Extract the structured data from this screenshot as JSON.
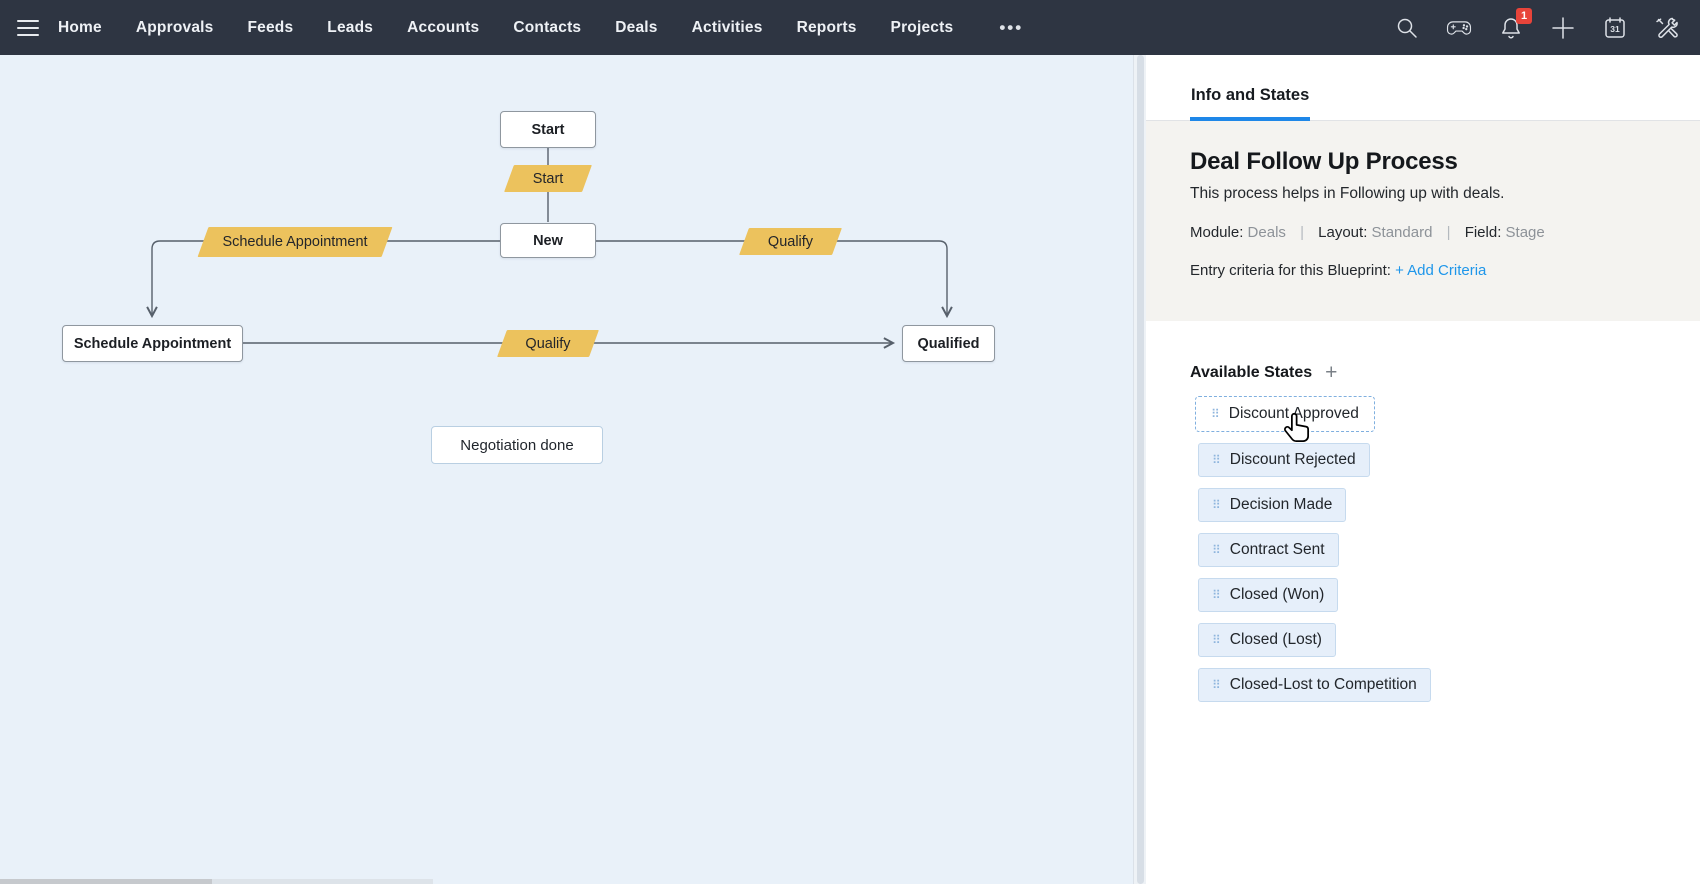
{
  "nav": {
    "items": [
      "Home",
      "Approvals",
      "Feeds",
      "Leads",
      "Accounts",
      "Contacts",
      "Deals",
      "Activities",
      "Reports",
      "Projects"
    ],
    "overflow_glyph": "•••",
    "notification_badge": "1",
    "calendar_day": "31"
  },
  "colors": {
    "navbar_bg": "#2e3542",
    "canvas_bg": "#e9f1f9",
    "transition_fill": "#ecc25d",
    "tab_accent": "#1e87e8",
    "link_blue": "#1e96ea",
    "badge_red": "#e8443a",
    "chip_bg": "#e6effa",
    "chip_border": "#c6daee"
  },
  "flowchart": {
    "nodes": {
      "start": "Start",
      "new": "New",
      "schedule_appointment": "Schedule Appointment",
      "qualified": "Qualified",
      "negotiation_done": "Negotiation done"
    },
    "transitions": {
      "start": "Start",
      "schedule_appointment": "Schedule Appointment",
      "qualify_top": "Qualify",
      "qualify_mid": "Qualify"
    }
  },
  "panel": {
    "tab": "Info and States",
    "title": "Deal Follow Up Process",
    "description": "This process helps in Following up with deals.",
    "meta": {
      "module_label": "Module:",
      "module_value": "Deals",
      "layout_label": "Layout:",
      "layout_value": "Standard",
      "field_label": "Field:",
      "field_value": "Stage",
      "separator": "|"
    },
    "entry_label": "Entry criteria for this Blueprint:",
    "entry_link": "+ Add Criteria",
    "states_heading": "Available States",
    "add_glyph": "+",
    "drag_handle_glyph": "⠿",
    "states": [
      "Discount Approved",
      "Discount Rejected",
      "Decision Made",
      "Contract Sent",
      "Closed (Won)",
      "Closed (Lost)",
      "Closed-Lost to Competition"
    ]
  }
}
